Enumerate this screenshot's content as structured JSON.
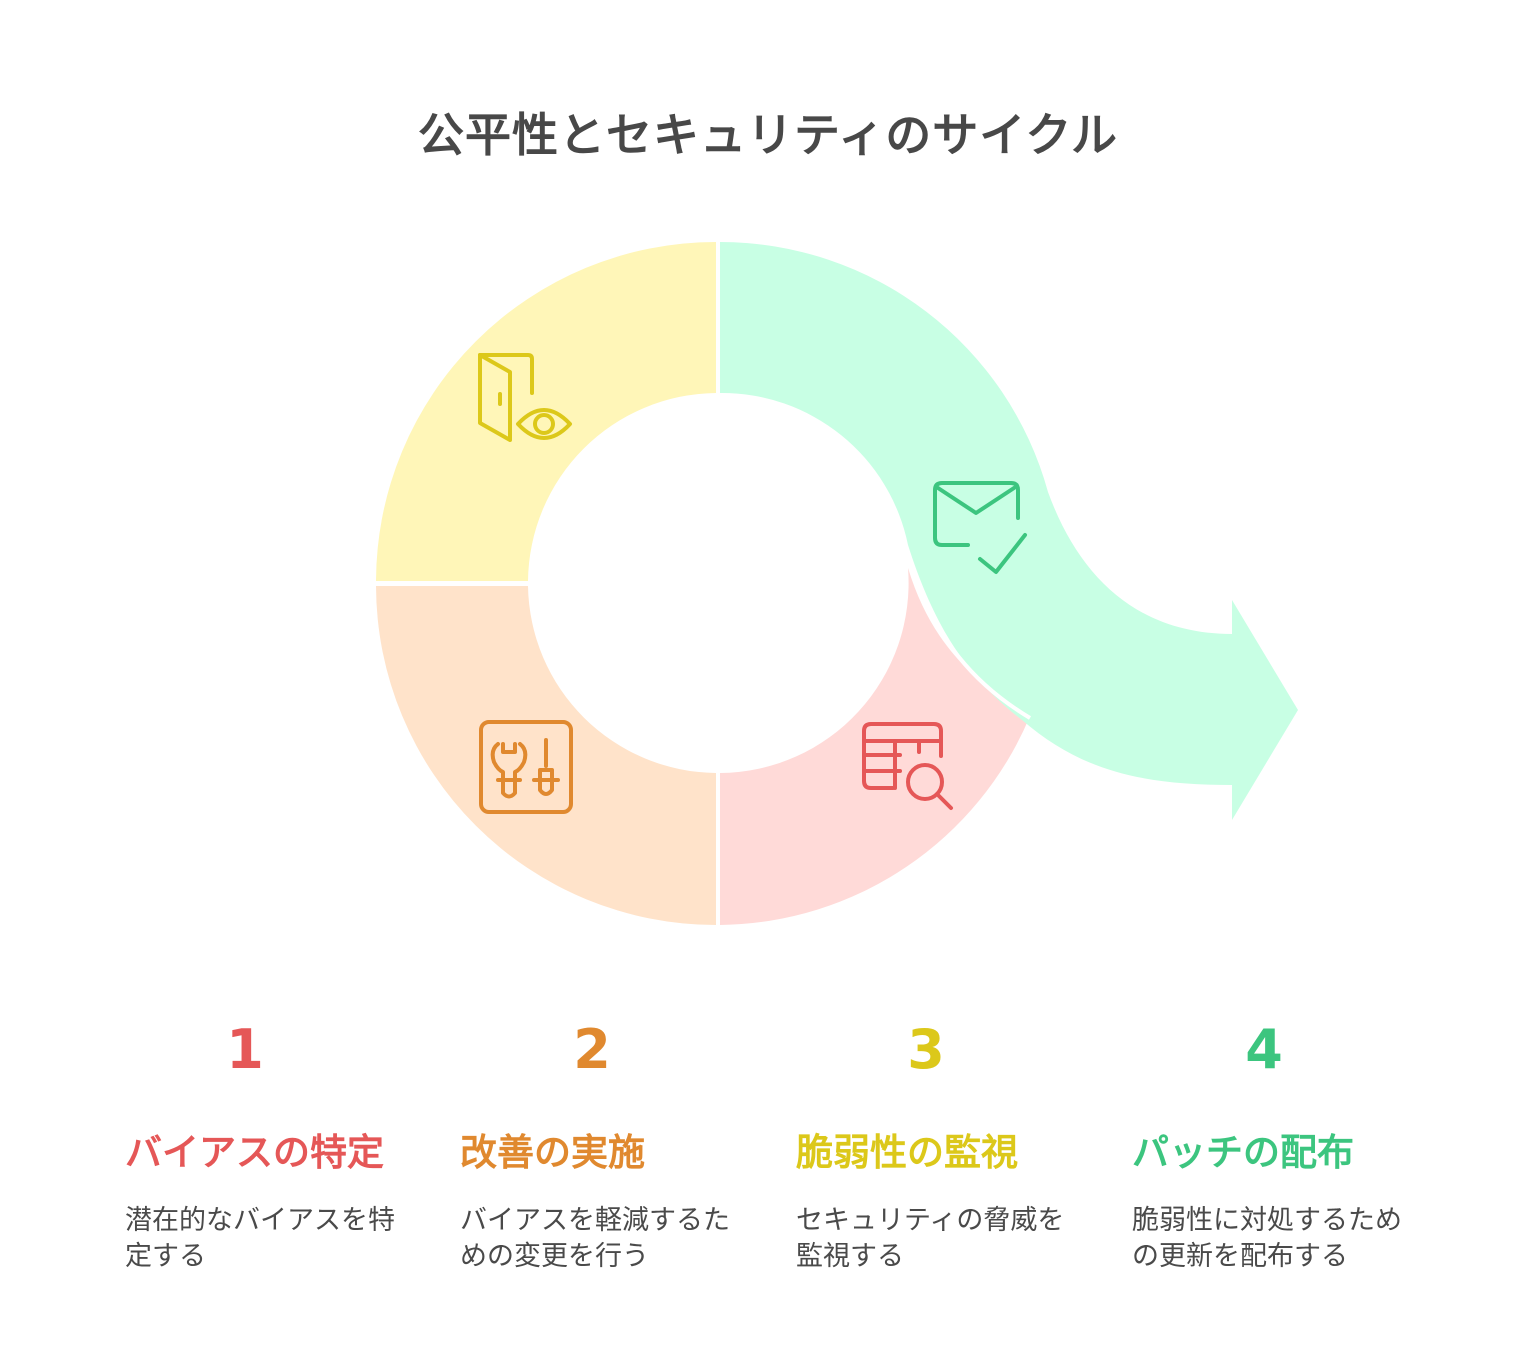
{
  "title": "公平性とセキュリティのサイクル",
  "colors": {
    "title_text": "#484848",
    "desc_text": "#4a4a4a",
    "step1_fill": "#FFDAD8",
    "step1_stroke": "#E55757",
    "step2_fill": "#FFE3CA",
    "step2_stroke": "#E0892F",
    "step3_fill": "#FFF6B8",
    "step3_stroke": "#DCC81A",
    "step4_fill": "#C8FFE4",
    "step4_stroke": "#3CC57F"
  },
  "cycle": {
    "segments": [
      {
        "name": "yellow-top-left",
        "icon": "door-eye-icon",
        "color": "#FFF6B8"
      },
      {
        "name": "green-top-right-arrow",
        "icon": "mail-check-icon",
        "color": "#C8FFE4"
      },
      {
        "name": "orange-bottom-left",
        "icon": "tools-icon",
        "color": "#FFE3CA"
      },
      {
        "name": "red-bottom-right",
        "icon": "table-search-icon",
        "color": "#FFDAD8"
      }
    ]
  },
  "steps": [
    {
      "number": "1",
      "label": "バイアスの特定",
      "description": "潜在的なバイアスを特定する",
      "color": "#E55757"
    },
    {
      "number": "2",
      "label": "改善の実施",
      "description": "バイアスを軽減するための変更を行う",
      "color": "#E0892F"
    },
    {
      "number": "3",
      "label": "脆弱性の監視",
      "description": "セキュリティの脅威を監視する",
      "color": "#DCC81A"
    },
    {
      "number": "4",
      "label": "パッチの配布",
      "description": "脆弱性に対処するための更新を配布する",
      "color": "#3CC57F"
    }
  ]
}
